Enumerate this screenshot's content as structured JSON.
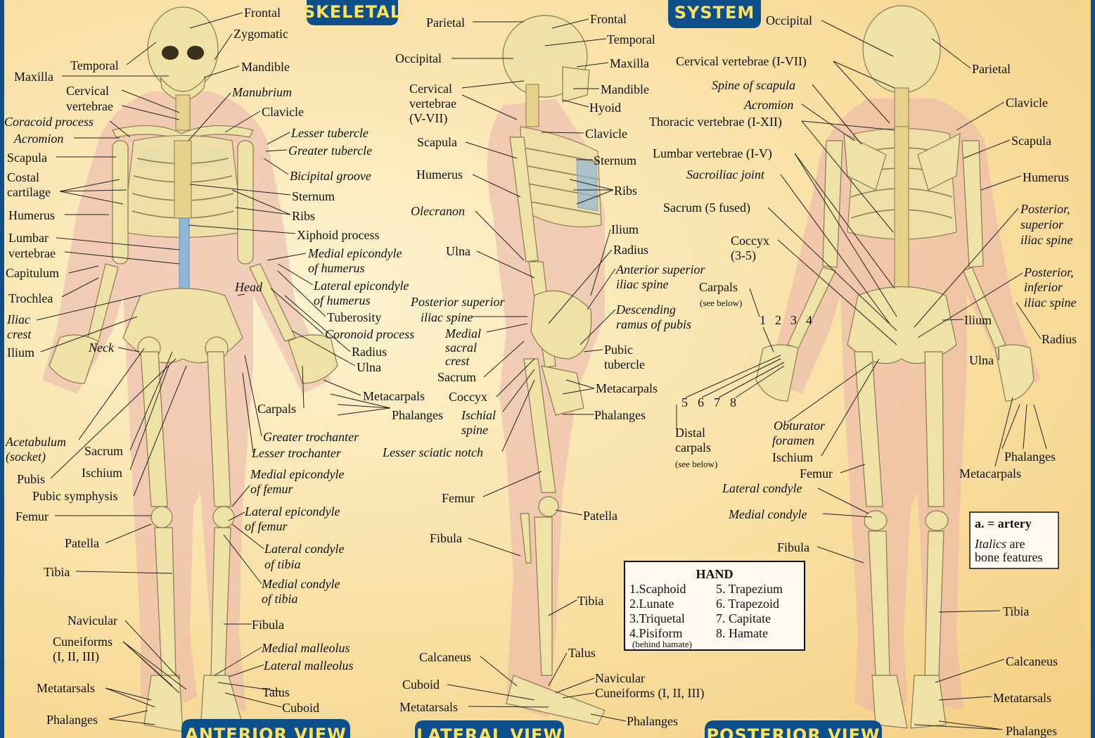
{
  "banners": {
    "top_left": "SKELETAL",
    "top_right": "SYSTEM",
    "anterior": "ANTERIOR VIEW",
    "lateral": "LATERAL VIEW",
    "posterior": "POSTERIOR VIEW"
  },
  "anterior_labels": {
    "frontal": "Frontal",
    "zygomatic": "Zygomatic",
    "temporal": "Temporal",
    "maxilla": "Maxilla",
    "mandible": "Mandible",
    "cervical1": "Cervical",
    "cervical2": "vertebrae",
    "manubrium": "Manubrium",
    "clavicle": "Clavicle",
    "coracoid": "Coracoid process",
    "acromion": "Acromion",
    "lesser_tubercle": "Lesser tubercle",
    "greater_tubercle": "Greater tubercle",
    "scapula": "Scapula",
    "costal1": "Costal",
    "costal2": "cartilage",
    "bicipital": "Bicipital groove",
    "sternum": "Sternum",
    "humerus": "Humerus",
    "ribs": "Ribs",
    "xiphoid": "Xiphoid process",
    "lumbar1": "Lumbar",
    "lumbar2": "vertebrae",
    "med_epi_hum1": "Medial epicondyle",
    "med_epi_hum2": "of humerus",
    "capitulum": "Capitulum",
    "lat_epi_hum1": "Lateral epicondyle",
    "lat_epi_hum2": "of humerus",
    "head": "Head",
    "trochlea": "Trochlea",
    "tuberosity": "Tuberosity",
    "iliac1": "Iliac",
    "iliac2": "crest",
    "coronoid": "Coronoid process",
    "neck": "Neck",
    "radius": "Radius",
    "ilium": "Ilium",
    "ulna": "Ulna",
    "metacarpals": "Metacarpals",
    "carpals": "Carpals",
    "phalanges_hand": "Phalanges",
    "greater_trochanter": "Greater trochanter",
    "acetabulum1": "Acetabulum",
    "acetabulum2": "(socket)",
    "sacrum": "Sacrum",
    "lesser_trochanter": "Lesser trochanter",
    "ischium": "Ischium",
    "med_epi_fem1": "Medial epicondyle",
    "med_epi_fem2": "of femur",
    "pubis": "Pubis",
    "pubic_symphysis": "Pubic symphysis",
    "lat_epi_fem1": "Lateral epicondyle",
    "lat_epi_fem2": "of femur",
    "femur": "Femur",
    "patella": "Patella",
    "lat_cond_tib1": "Lateral condyle",
    "lat_cond_tib2": "of tibia",
    "tibia": "Tibia",
    "med_cond_tib1": "Medial condyle",
    "med_cond_tib2": "of tibia",
    "navicular": "Navicular",
    "fibula": "Fibula",
    "cuneiforms1": "Cuneiforms",
    "cuneiforms2": "(I, II, III)",
    "med_malleolus": "Medial malleolus",
    "lat_malleolus": "Lateral malleolus",
    "metatarsals": "Metatarsals",
    "talus": "Talus",
    "cuboid": "Cuboid",
    "phalanges_foot": "Phalanges"
  },
  "lateral_labels": {
    "parietal": "Parietal",
    "frontal": "Frontal",
    "temporal": "Temporal",
    "occipital": "Occipital",
    "maxilla": "Maxilla",
    "cervical1": "Cervical",
    "cervical2": "vertebrae",
    "cervical3": "(V-VII)",
    "mandible": "Mandible",
    "hyoid": "Hyoid",
    "scapula": "Scapula",
    "clavicle": "Clavicle",
    "sternum": "Sternum",
    "humerus": "Humerus",
    "ribs": "Ribs",
    "olecranon": "Olecranon",
    "ilium": "Ilium",
    "ulna": "Ulna",
    "radius": "Radius",
    "ant_sup_iliac1": "Anterior superior",
    "ant_sup_iliac2": "iliac spine",
    "post_sup_iliac1": "Posterior superior",
    "post_sup_iliac2": "iliac spine",
    "descending1": "Descending",
    "descending2": "ramus of pubis",
    "medial_sacral1": "Medial",
    "medial_sacral2": "sacral",
    "medial_sacral3": "crest",
    "pubic_tubercle1": "Pubic",
    "pubic_tubercle2": "tubercle",
    "sacrum": "Sacrum",
    "metacarpals": "Metacarpals",
    "coccyx": "Coccyx",
    "ischial1": "Ischial",
    "ischial2": "spine",
    "phalanges": "Phalanges",
    "lesser_sciatic": "Lesser sciatic notch",
    "femur": "Femur",
    "patella": "Patella",
    "fibula": "Fibula",
    "tibia": "Tibia",
    "talus": "Talus",
    "calcaneus": "Calcaneus",
    "navicular": "Navicular",
    "cuboid": "Cuboid",
    "cuneiforms": "Cuneiforms (I, II, III)",
    "metatarsals": "Metatarsals",
    "phalanges_foot": "Phalanges"
  },
  "posterior_labels": {
    "occipital": "Occipital",
    "parietal": "Parietal",
    "cervical": "Cervical vertebrae (I-VII)",
    "spine_scapula": "Spine of scapula",
    "clavicle": "Clavicle",
    "acromion": "Acromion",
    "thoracic": "Thoracic vertebrae (I-XII)",
    "scapula": "Scapula",
    "lumbar": "Lumbar vertebrae (I-V)",
    "humerus": "Humerus",
    "sacroiliac": "Sacroiliac joint",
    "sacrum": "Sacrum (5 fused)",
    "post_sup1": "Posterior,",
    "post_sup2": "superior",
    "post_sup3": "iliac spine",
    "coccyx1": "Coccyx",
    "coccyx2": "(3-5)",
    "post_inf1": "Posterior,",
    "post_inf2": "inferior",
    "post_inf3": "iliac spine",
    "carpals": "Carpals",
    "carpals_note": "(see below)",
    "ilium": "Ilium",
    "radius": "Radius",
    "ulna": "Ulna",
    "distal1": "Distal",
    "distal2": "carpals",
    "distal_note": "(see below)",
    "obturator1": "Obturator",
    "obturator2": "foramen",
    "phalanges_hand": "Phalanges",
    "ischium": "Ischium",
    "femur": "Femur",
    "metacarpals": "Metacarpals",
    "lat_condyle": "Lateral condyle",
    "med_condyle": "Medial condyle",
    "fibula": "Fibula",
    "tibia": "Tibia",
    "calcaneus": "Calcaneus",
    "metatarsals": "Metatarsals",
    "phalanges_foot": "Phalanges"
  },
  "carpal_numbers": {
    "n1": "1",
    "n2": "2",
    "n3": "3",
    "n4": "4",
    "n5": "5",
    "n6": "6",
    "n7": "7",
    "n8": "8"
  },
  "hand_box": {
    "title": "HAND",
    "i1": "1.Scaphoid",
    "i2": "2.Lunate",
    "i3": "3.Triquetal",
    "i4": "4.Pisiform",
    "i4_note": "(behind hamate)",
    "i5": "5. Trapezium",
    "i6": "6. Trapezoid",
    "i7": "7. Capitate",
    "i8": "8. Hamate"
  },
  "legend_box": {
    "artery": "a. = artery",
    "italics": "Italics",
    "are": " are",
    "bone_features": "bone features"
  },
  "colors": {
    "border": "#0d4f8b",
    "banner_bg": "#0d4f8b",
    "banner_text": "#ffe15a",
    "bone": "#efe2a6",
    "cartilage": "#8fb7d8",
    "skin": "#e9b3ad"
  }
}
